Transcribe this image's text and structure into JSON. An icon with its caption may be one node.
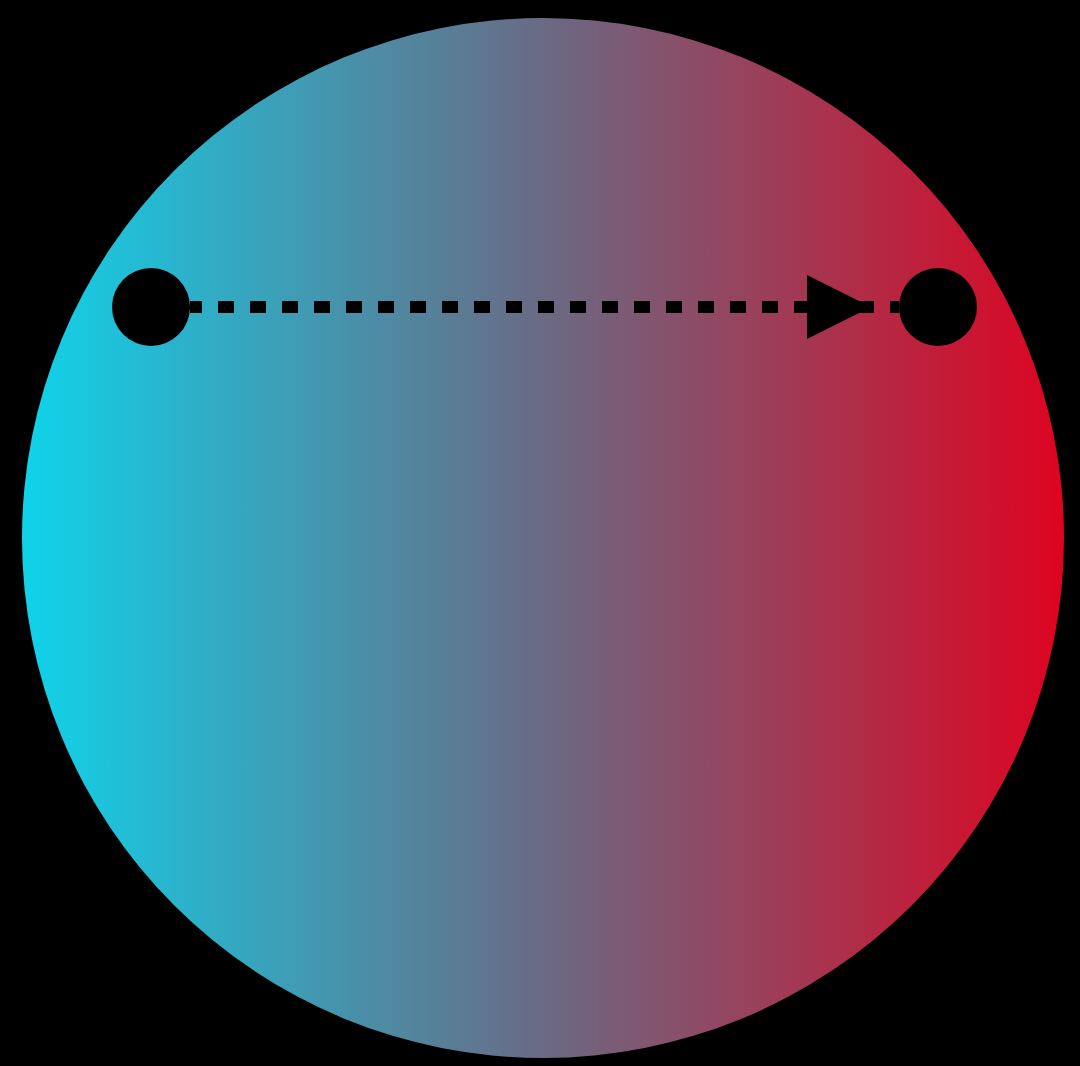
{
  "diagram": {
    "nodes": [
      {
        "text": [],
        "shape": "circle"
      },
      {
        "text": [],
        "shape": "circle",
        "in": 0
      },
      {
        "text": [],
        "shape": "circle",
        "in": 0
      }
    ],
    "edges": [
      {
        "from": 1,
        "to": 2,
        "arrow": "to",
        "style": "dashed"
      }
    ]
  }
}
